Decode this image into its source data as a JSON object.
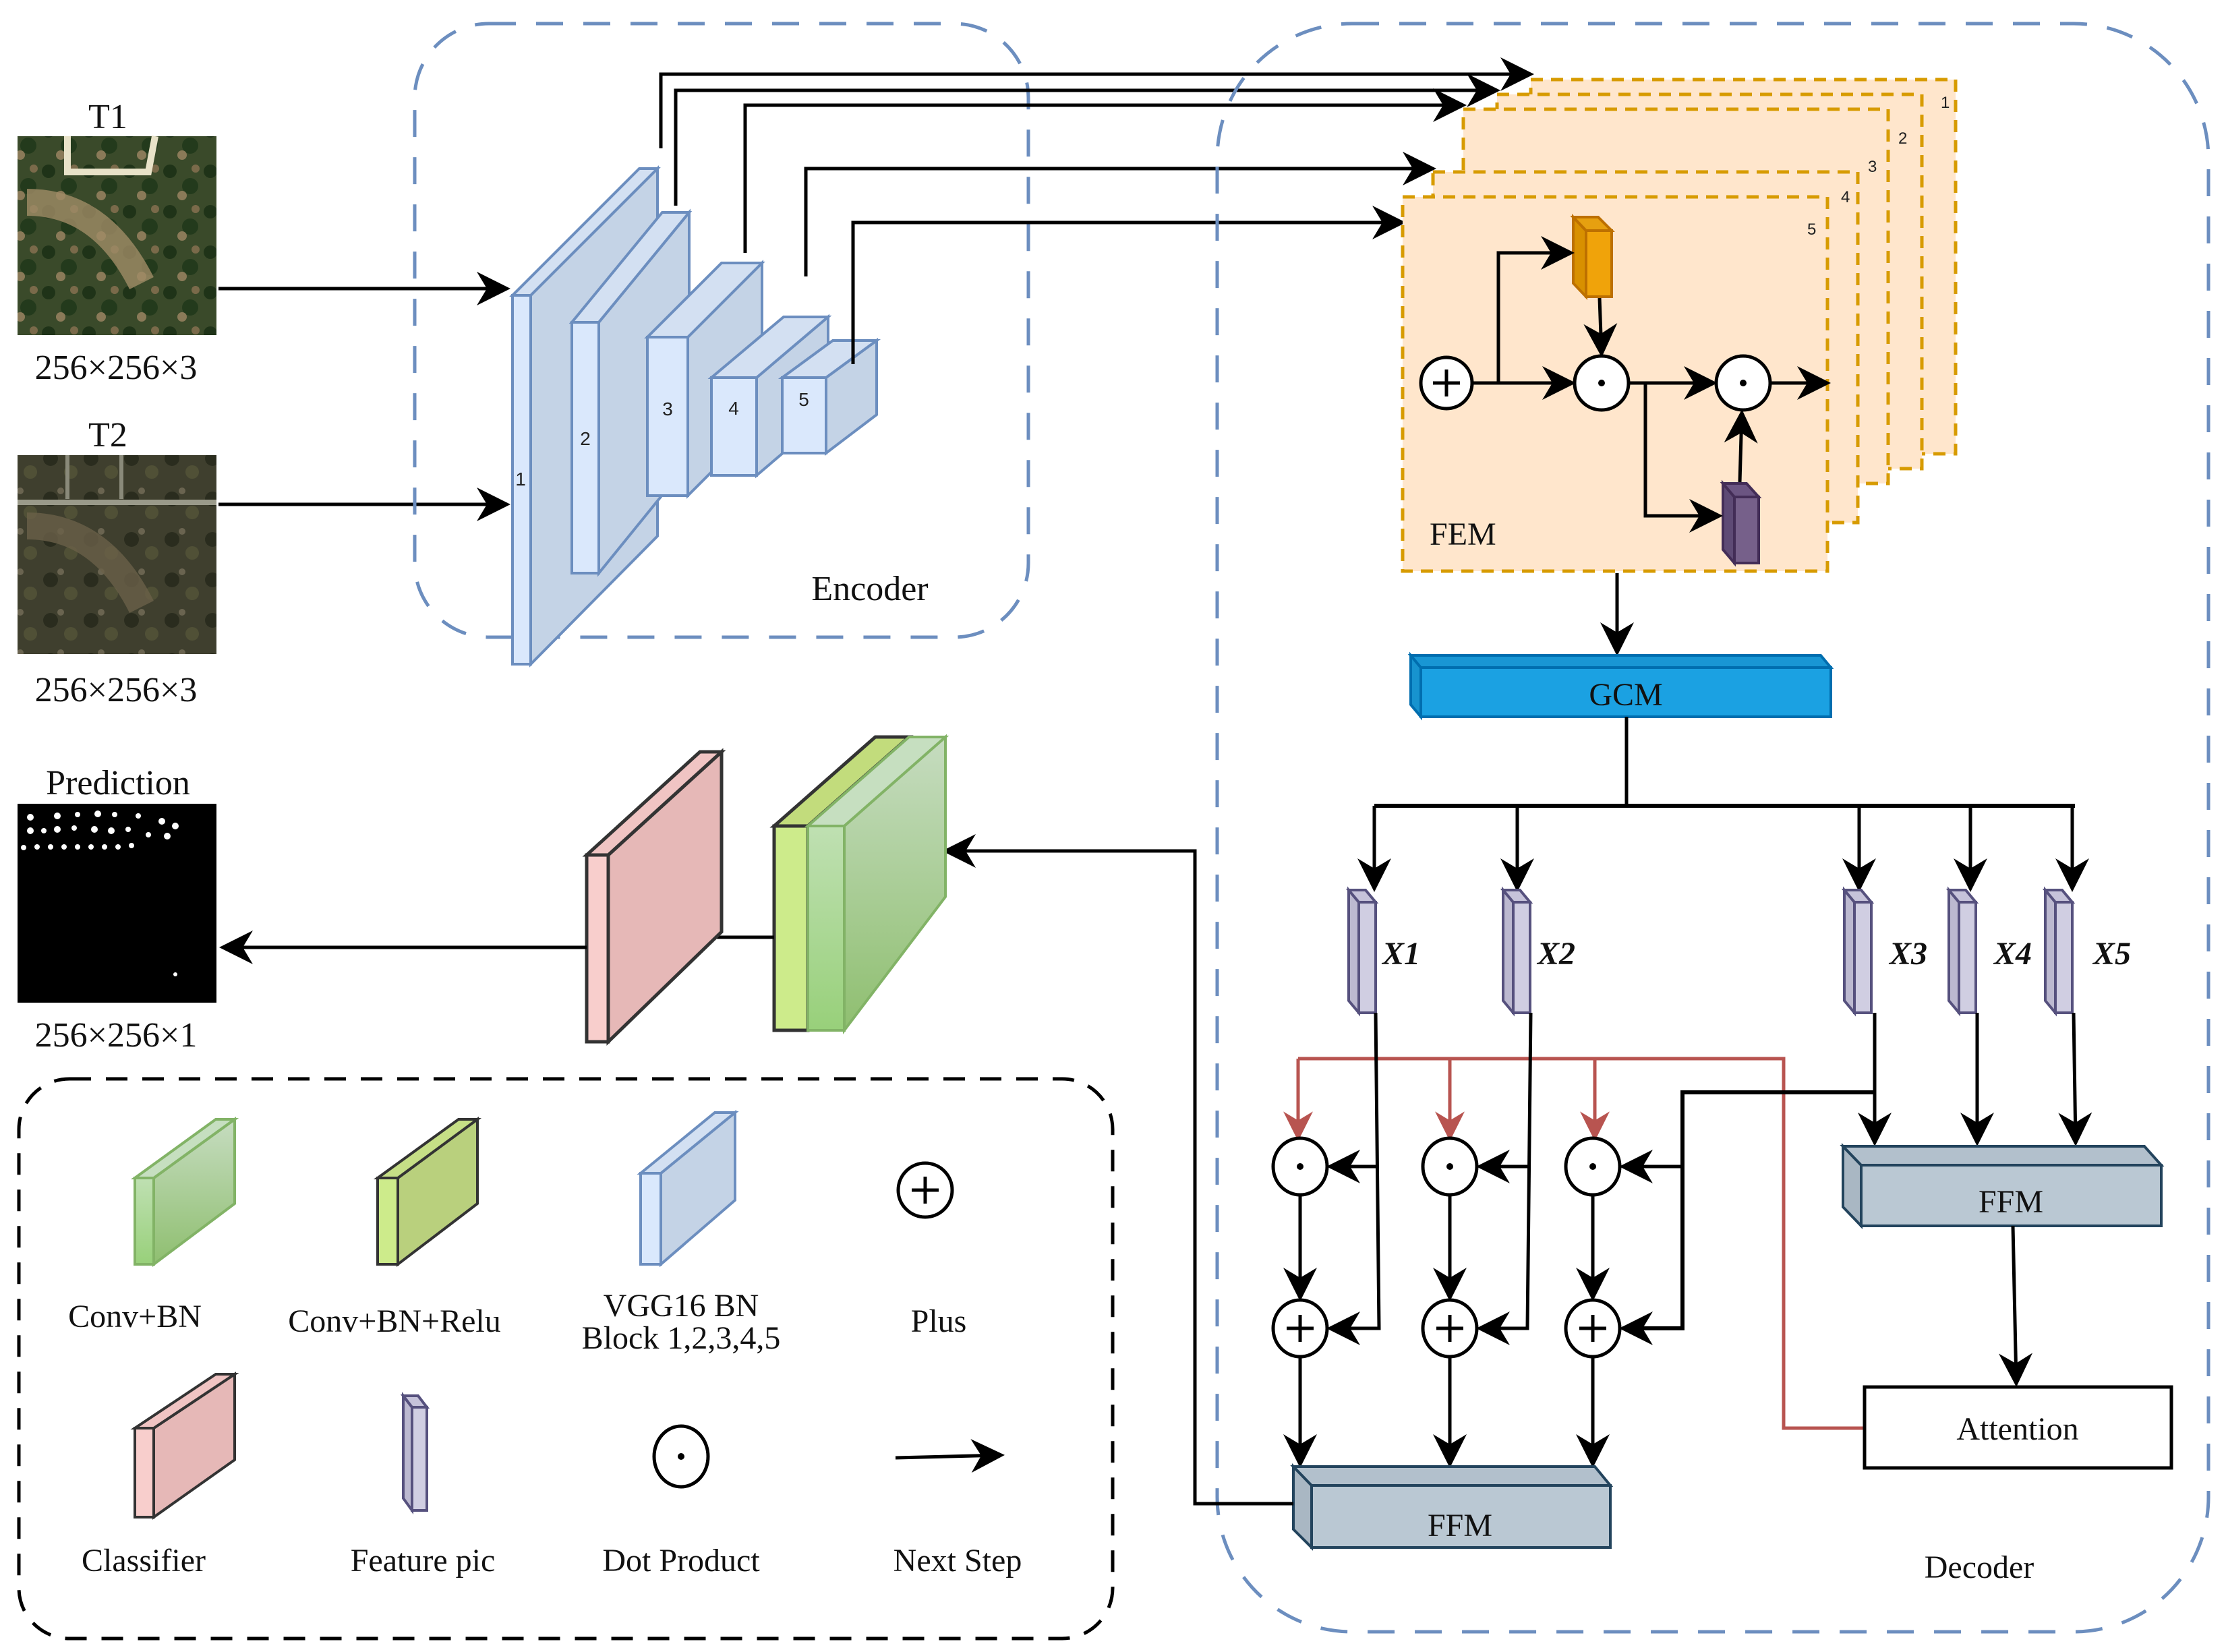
{
  "inputs": {
    "t1": {
      "title": "T1",
      "size": "256×256×3"
    },
    "t2": {
      "title": "T2",
      "size": "256×256×3"
    },
    "prediction": {
      "title": "Prediction",
      "size": "256×256×1"
    }
  },
  "encoder": {
    "label": "Encoder",
    "blocks": [
      "1",
      "2",
      "3",
      "4",
      "5"
    ]
  },
  "decoder": {
    "label": "Decoder",
    "fem": {
      "label": "FEM",
      "layers": [
        "1",
        "2",
        "3",
        "4",
        "5"
      ]
    },
    "gcm": {
      "label": "GCM"
    },
    "features": [
      "X1",
      "X2",
      "X3",
      "X4",
      "X5"
    ],
    "ffm_high": {
      "label": "FFM"
    },
    "ffm_low": {
      "label": "FFM"
    },
    "attention": {
      "label": "Attention"
    }
  },
  "legend": {
    "items": [
      {
        "label": "Conv+BN",
        "icon": "conv-bn-block"
      },
      {
        "label": "Conv+BN+Relu",
        "icon": "conv-bn-relu-block"
      },
      {
        "label_line1": "VGG16 BN",
        "label_line2": "Block 1,2,3,4,5",
        "icon": "vgg16-block"
      },
      {
        "label": "Plus",
        "icon": "plus-circle"
      },
      {
        "label": "Classifier",
        "icon": "classifier-block"
      },
      {
        "label": "Feature pic",
        "icon": "feature-pic-block"
      },
      {
        "label": "Dot Product",
        "icon": "dot-circle"
      },
      {
        "label": "Next Step",
        "icon": "arrow-right"
      }
    ]
  },
  "colors": {
    "encoder_border": "#6c8ebf",
    "vgg_front": "#dae8fc",
    "vgg_side": "#c4d3e6",
    "fem_fill": "#ffe6cc",
    "fem_border": "#d79b00",
    "orange_block": "#f0a30a",
    "purple_block": "#76608a",
    "gcm": "#1ba1e2",
    "ffm": "#bac8d3",
    "ffm_border": "#23445d",
    "feature_pic": "#d0cee2",
    "feature_border": "#56517e",
    "attention_line": "#b85450",
    "classifier": "#f8cecc",
    "conv_bn": "#a8d08d",
    "conv_bn_relu": "#cdeb8b"
  }
}
